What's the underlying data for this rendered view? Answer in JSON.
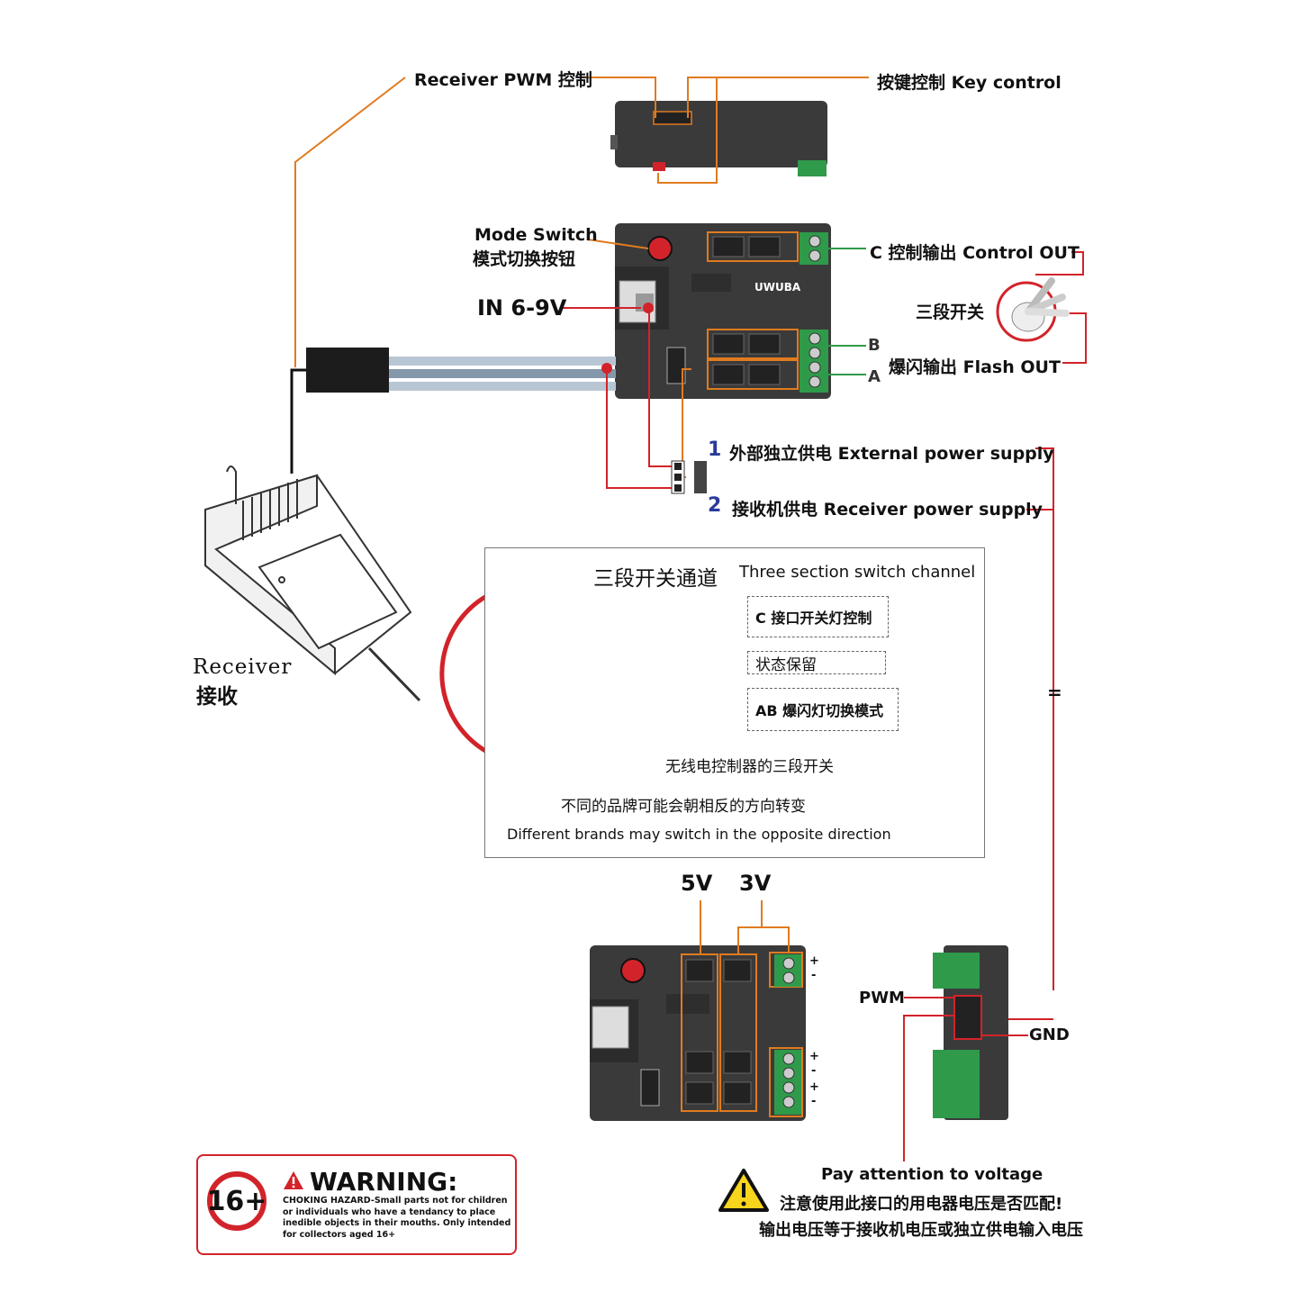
{
  "labels": {
    "receiver_pwm": "Receiver PWM 控制",
    "key_control": "按键控制  Key control",
    "mode_switch_en": "Mode Switch",
    "mode_switch_cn": "模式切换按钮",
    "in_voltage": "IN 6-9V",
    "brand": "UWUBA",
    "control_out": "C 控制输出 Control OUT",
    "three_section": "三段开关",
    "port_b": "B",
    "port_a": "A",
    "flash_out": "爆闪输出  Flash OUT",
    "opt1_num": "1",
    "opt1_text": "外部独立供电 External power supply",
    "opt2_num": "2",
    "opt2_text": "接收机供电  Receiver power supply",
    "equals": "=",
    "receiver_en": "Receiver",
    "receiver_cn": "接收",
    "v5": "5V",
    "v3": "3V",
    "pwm": "PWM",
    "gnd": "GND",
    "pay_attention": "Pay attention to voltage",
    "note_cn_1": "注意使用此接口的用电器电压是否匹配!",
    "note_cn_2": "输出电压等于接收机电压或独立供电输入电压",
    "plus": "+",
    "minus": "-"
  },
  "channel_panel": {
    "title_cn": "三段开关通道",
    "title_en": "Three section switch channel",
    "pos_c": "C 接口开关灯控制",
    "pos_mid": "状态保留",
    "pos_ab": "AB 爆闪灯切换模式",
    "switch_caption": "无线电控制器的三段开关",
    "warn_cn": "不同的品牌可能会朝相反的方向转变",
    "warn_en": "Different brands may switch in the opposite direction"
  },
  "warning_label": {
    "age": "16+",
    "title": "WARNING:",
    "text": "CHOKING HAZARD-Small parts not for children or individuals who have a tendancy to place inedible objects in their mouths. Only intended for collectors aged 16+"
  },
  "colors": {
    "orange": "#e07b1f",
    "red": "#d2232a",
    "green": "#2f9a4a",
    "dark_body": "#3a3a3a",
    "blue_number": "#2a3a9a"
  }
}
